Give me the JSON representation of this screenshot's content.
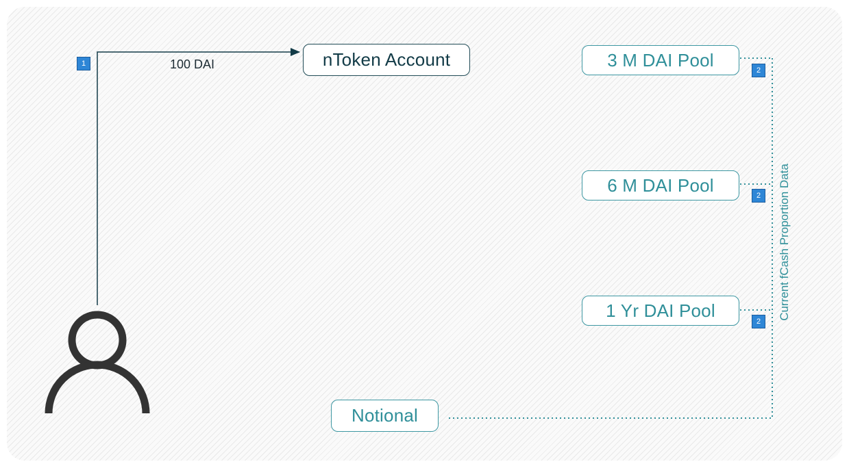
{
  "nodes": {
    "ntoken_account": "nToken Account",
    "pool_3m": "3 M DAI Pool",
    "pool_6m": "6 M DAI Pool",
    "pool_1y": "1 Yr DAI Pool",
    "notional": "Notional"
  },
  "edges": {
    "deposit_label": "100 DAI",
    "fcash_label": "Current fCash Proportion Data"
  },
  "badges": {
    "step1": "1",
    "step2_3m": "2",
    "step2_6m": "2",
    "step2_1y": "2"
  },
  "icons": {
    "user": "user-icon"
  },
  "colors": {
    "dark": "#123b47",
    "teal": "#2f8f99",
    "badge": "#2e86d6",
    "icon": "#333333"
  }
}
